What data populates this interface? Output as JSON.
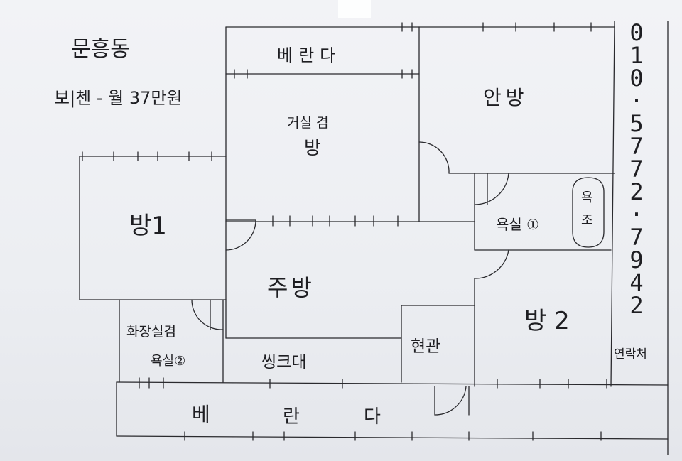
{
  "header": {
    "location": "문흥동",
    "rent": "보|첸 - 월 37만원"
  },
  "rooms": {
    "veranda_top": "베란다",
    "living_room_line1": "거실 겸",
    "living_room_line2": "방",
    "master_room": "안방",
    "room1": "방1",
    "bathroom1": "욕실 ①",
    "bathtub_line1": "욕",
    "bathtub_line2": "조",
    "kitchen": "주방",
    "room2": "방 2",
    "toilet_line1": "화장실겸",
    "toilet_line2": "욕실②",
    "sink": "씽크대",
    "entrance": "현관",
    "veranda_bottom_1": "베",
    "veranda_bottom_2": "란",
    "veranda_bottom_3": "다"
  },
  "contact": {
    "phone_chars": [
      "0",
      "1",
      "0",
      "·",
      "5",
      "7",
      "7",
      "2",
      "·",
      "7",
      "9",
      "4",
      "2"
    ],
    "label": "연락처"
  }
}
